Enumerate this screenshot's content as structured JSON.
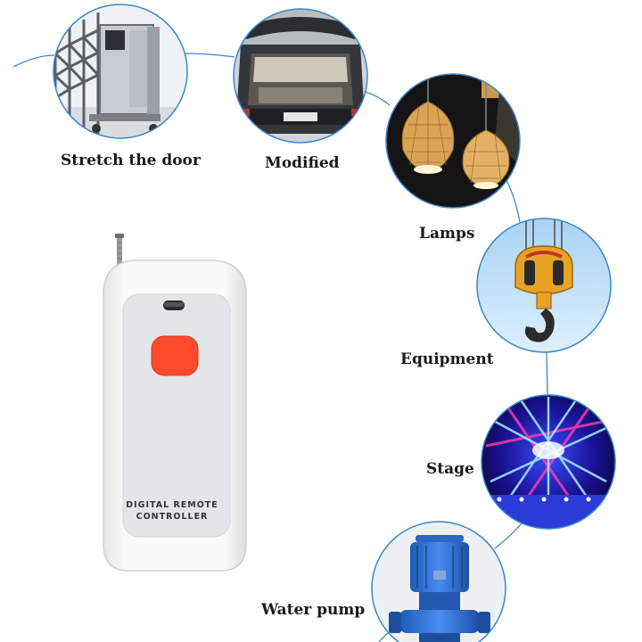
{
  "applications": [
    {
      "id": "gate",
      "label": "Stretch the door",
      "icon": "stretch-gate-photo"
    },
    {
      "id": "car",
      "label": "Modified",
      "icon": "car-trunk-photo"
    },
    {
      "id": "lamps",
      "label": "Lamps",
      "icon": "pendant-lamps-photo"
    },
    {
      "id": "crane",
      "label": "Equipment",
      "icon": "crane-hook-photo"
    },
    {
      "id": "stage",
      "label": "Stage",
      "icon": "stage-lights-photo"
    },
    {
      "id": "pump",
      "label": "Water pump",
      "icon": "water-pump-photo"
    }
  ],
  "remote": {
    "line1": "DIGITAL REMOTE",
    "line2": "CONTROLLER",
    "button_color": "#ff4a2e",
    "body_color": "#f7f7f7",
    "panel_color": "#e3e5e8"
  },
  "colors": {
    "circle_border": "#3a86c8",
    "connector": "#3a86c8"
  }
}
